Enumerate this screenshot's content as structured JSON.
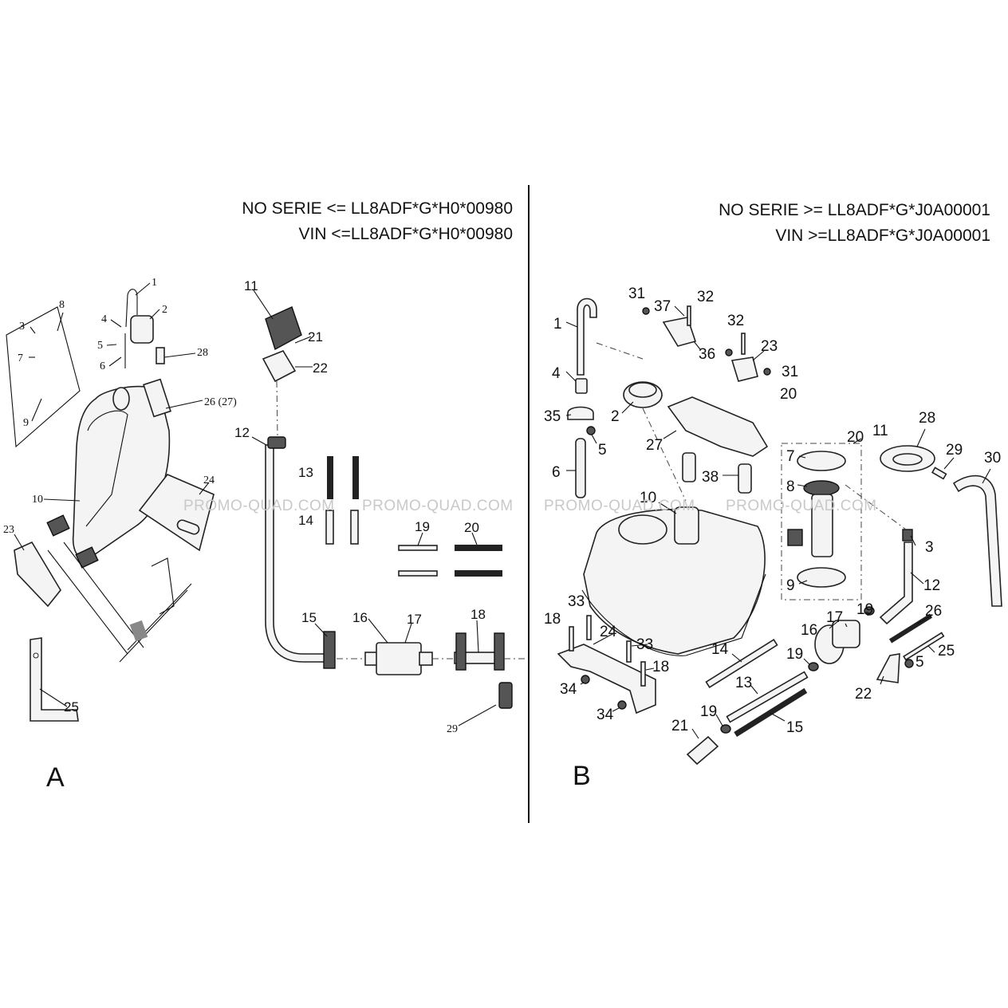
{
  "panel_a": {
    "header_line1": "NO SERIE <= LL8ADF*G*H0*00980",
    "header_line2": "VIN <=LL8ADF*G*H0*00980",
    "letter": "A",
    "callouts": [
      "1",
      "2",
      "3",
      "4",
      "5",
      "6",
      "7",
      "8",
      "9",
      "10",
      "11",
      "12",
      "13",
      "14",
      "15",
      "16",
      "17",
      "18",
      "19",
      "20",
      "21",
      "22",
      "23",
      "24",
      "25",
      "26 (27)",
      "28",
      "29"
    ]
  },
  "panel_b": {
    "header_line1": "NO SERIE >= LL8ADF*G*J0A00001",
    "header_line2": "VIN >=LL8ADF*G*J0A00001",
    "letter": "B",
    "callouts": [
      "1",
      "2",
      "3",
      "4",
      "5",
      "5",
      "6",
      "7",
      "8",
      "9",
      "10",
      "11",
      "12",
      "13",
      "14",
      "15",
      "16",
      "17",
      "18",
      "18",
      "19",
      "19",
      "19",
      "20",
      "20",
      "21",
      "22",
      "23",
      "24",
      "25",
      "26",
      "27",
      "28",
      "29",
      "30",
      "31",
      "31",
      "32",
      "32",
      "33",
      "33",
      "34",
      "34",
      "35",
      "36",
      "37",
      "38"
    ]
  },
  "watermark": "PROMO-QUAD.COM"
}
